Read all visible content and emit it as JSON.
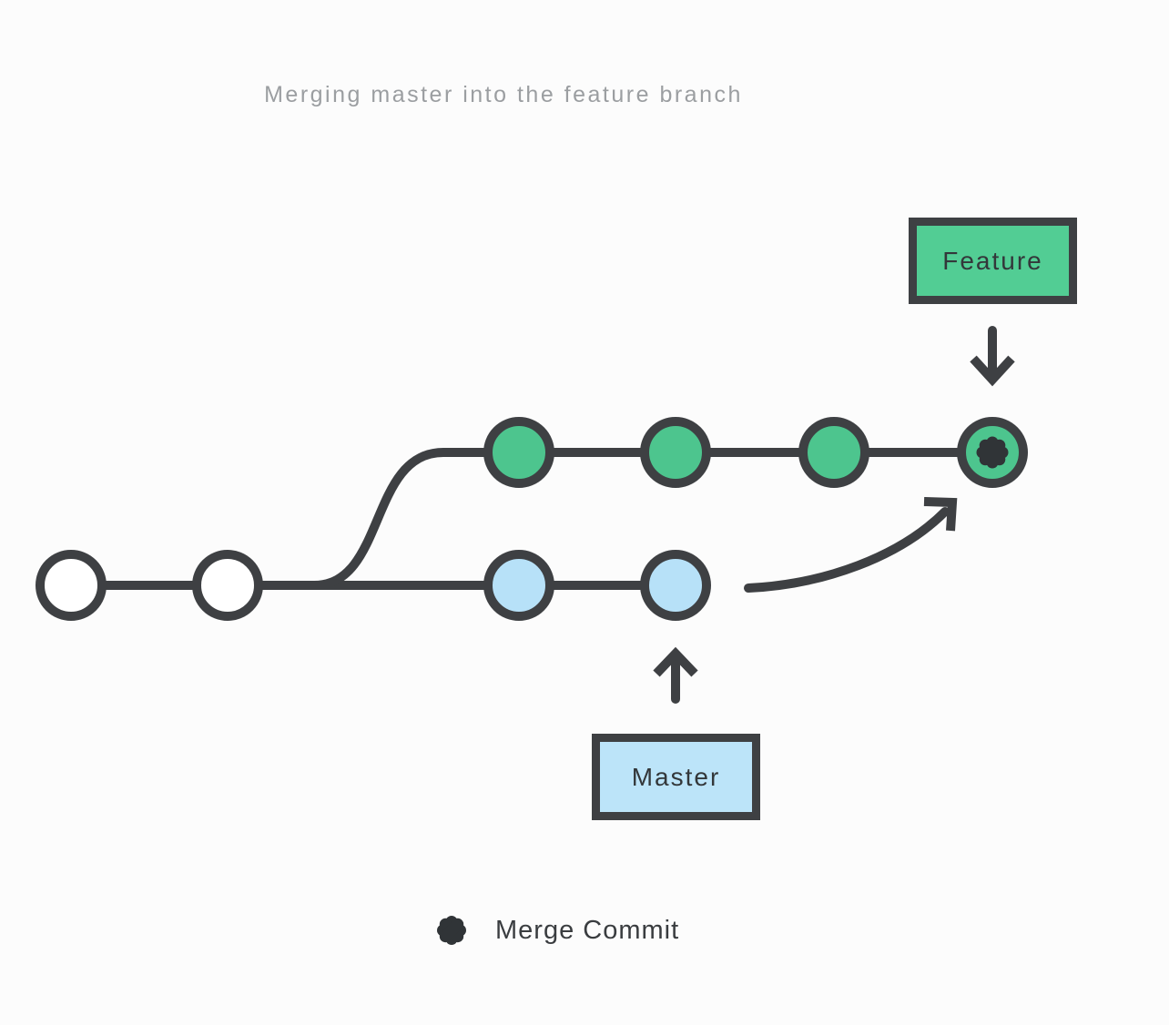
{
  "title": "Merging master into the feature branch",
  "branch_labels": {
    "feature": "Feature",
    "master": "Master"
  },
  "legend": {
    "label": "Merge Commit",
    "icon": "asterisk-flower"
  },
  "colors": {
    "background": "#FCFCFC",
    "stroke_dark": "#3E4043",
    "asterisk_dark": "#303437",
    "text_dark": "#33373A",
    "title_gray": "#9B9EA1",
    "feature_box_green": "#52CD94",
    "feature_commit_green": "#4DC58E",
    "master_box_blue": "#BCE4F9",
    "master_commit_blue": "#B7E1F8",
    "plain_commit_white": "#FFFFFF"
  },
  "diagram": {
    "kind": "git-commit-graph",
    "shared_history_commit_count": 2,
    "feature_branch_commit_count": 3,
    "master_branch_commit_count": 2,
    "merge_commit_count": 1,
    "merge_commit_symbol": "asterisk-flower",
    "arrows": [
      {
        "name": "feature-label-arrow",
        "direction": "down",
        "points_to": "merge-commit"
      },
      {
        "name": "master-label-arrow",
        "direction": "up",
        "points_to": "last-master-commit"
      },
      {
        "name": "merge-arrow",
        "direction": "curved-up-right",
        "from": "master-branch-tip",
        "to": "merge-commit"
      }
    ]
  }
}
